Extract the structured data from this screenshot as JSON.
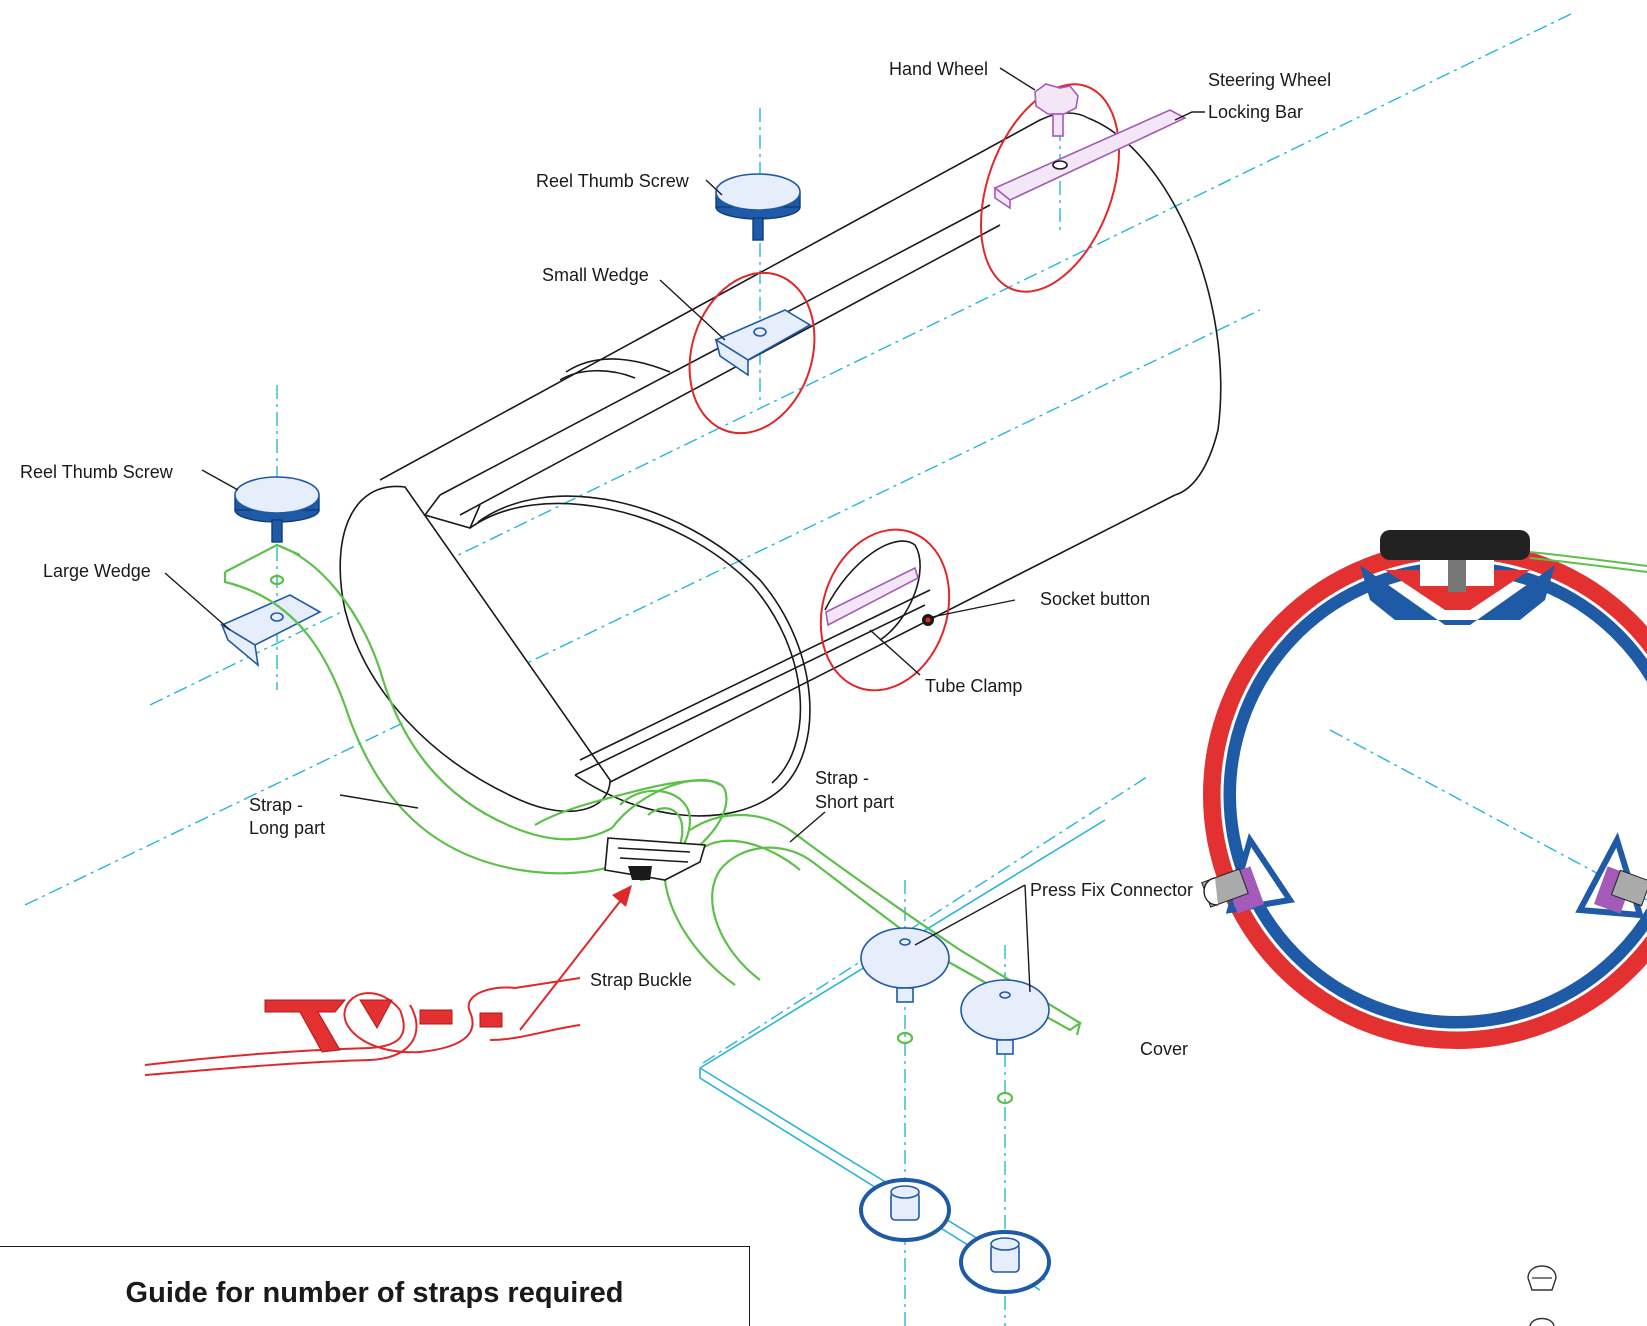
{
  "labels": {
    "hand_wheel": "Hand Wheel",
    "steering_wheel": "Steering Wheel",
    "locking_bar": "Locking Bar",
    "reel_thumb_screw_top": "Reel Thumb Screw",
    "small_wedge": "Small Wedge",
    "reel_thumb_screw_left": "Reel Thumb Screw",
    "large_wedge": "Large Wedge",
    "socket_button": "Socket button",
    "tube_clamp": "Tube Clamp",
    "strap_long_1": "Strap -",
    "strap_long_2": "Long part",
    "strap_short_1": "Strap -",
    "strap_short_2": "Short part",
    "press_fix_connector": "Press Fix Connector",
    "strap_buckle": "Strap Buckle",
    "cover": "Cover"
  },
  "guide": {
    "title": "Guide for number of straps required"
  },
  "colors": {
    "strap": "#5cc04a",
    "highlight_ring": "#e0282a",
    "wedge_blue": "#1f5aa6",
    "locking_bar_purple": "#a45ab8",
    "centerline_cyan": "#29b6d6"
  }
}
